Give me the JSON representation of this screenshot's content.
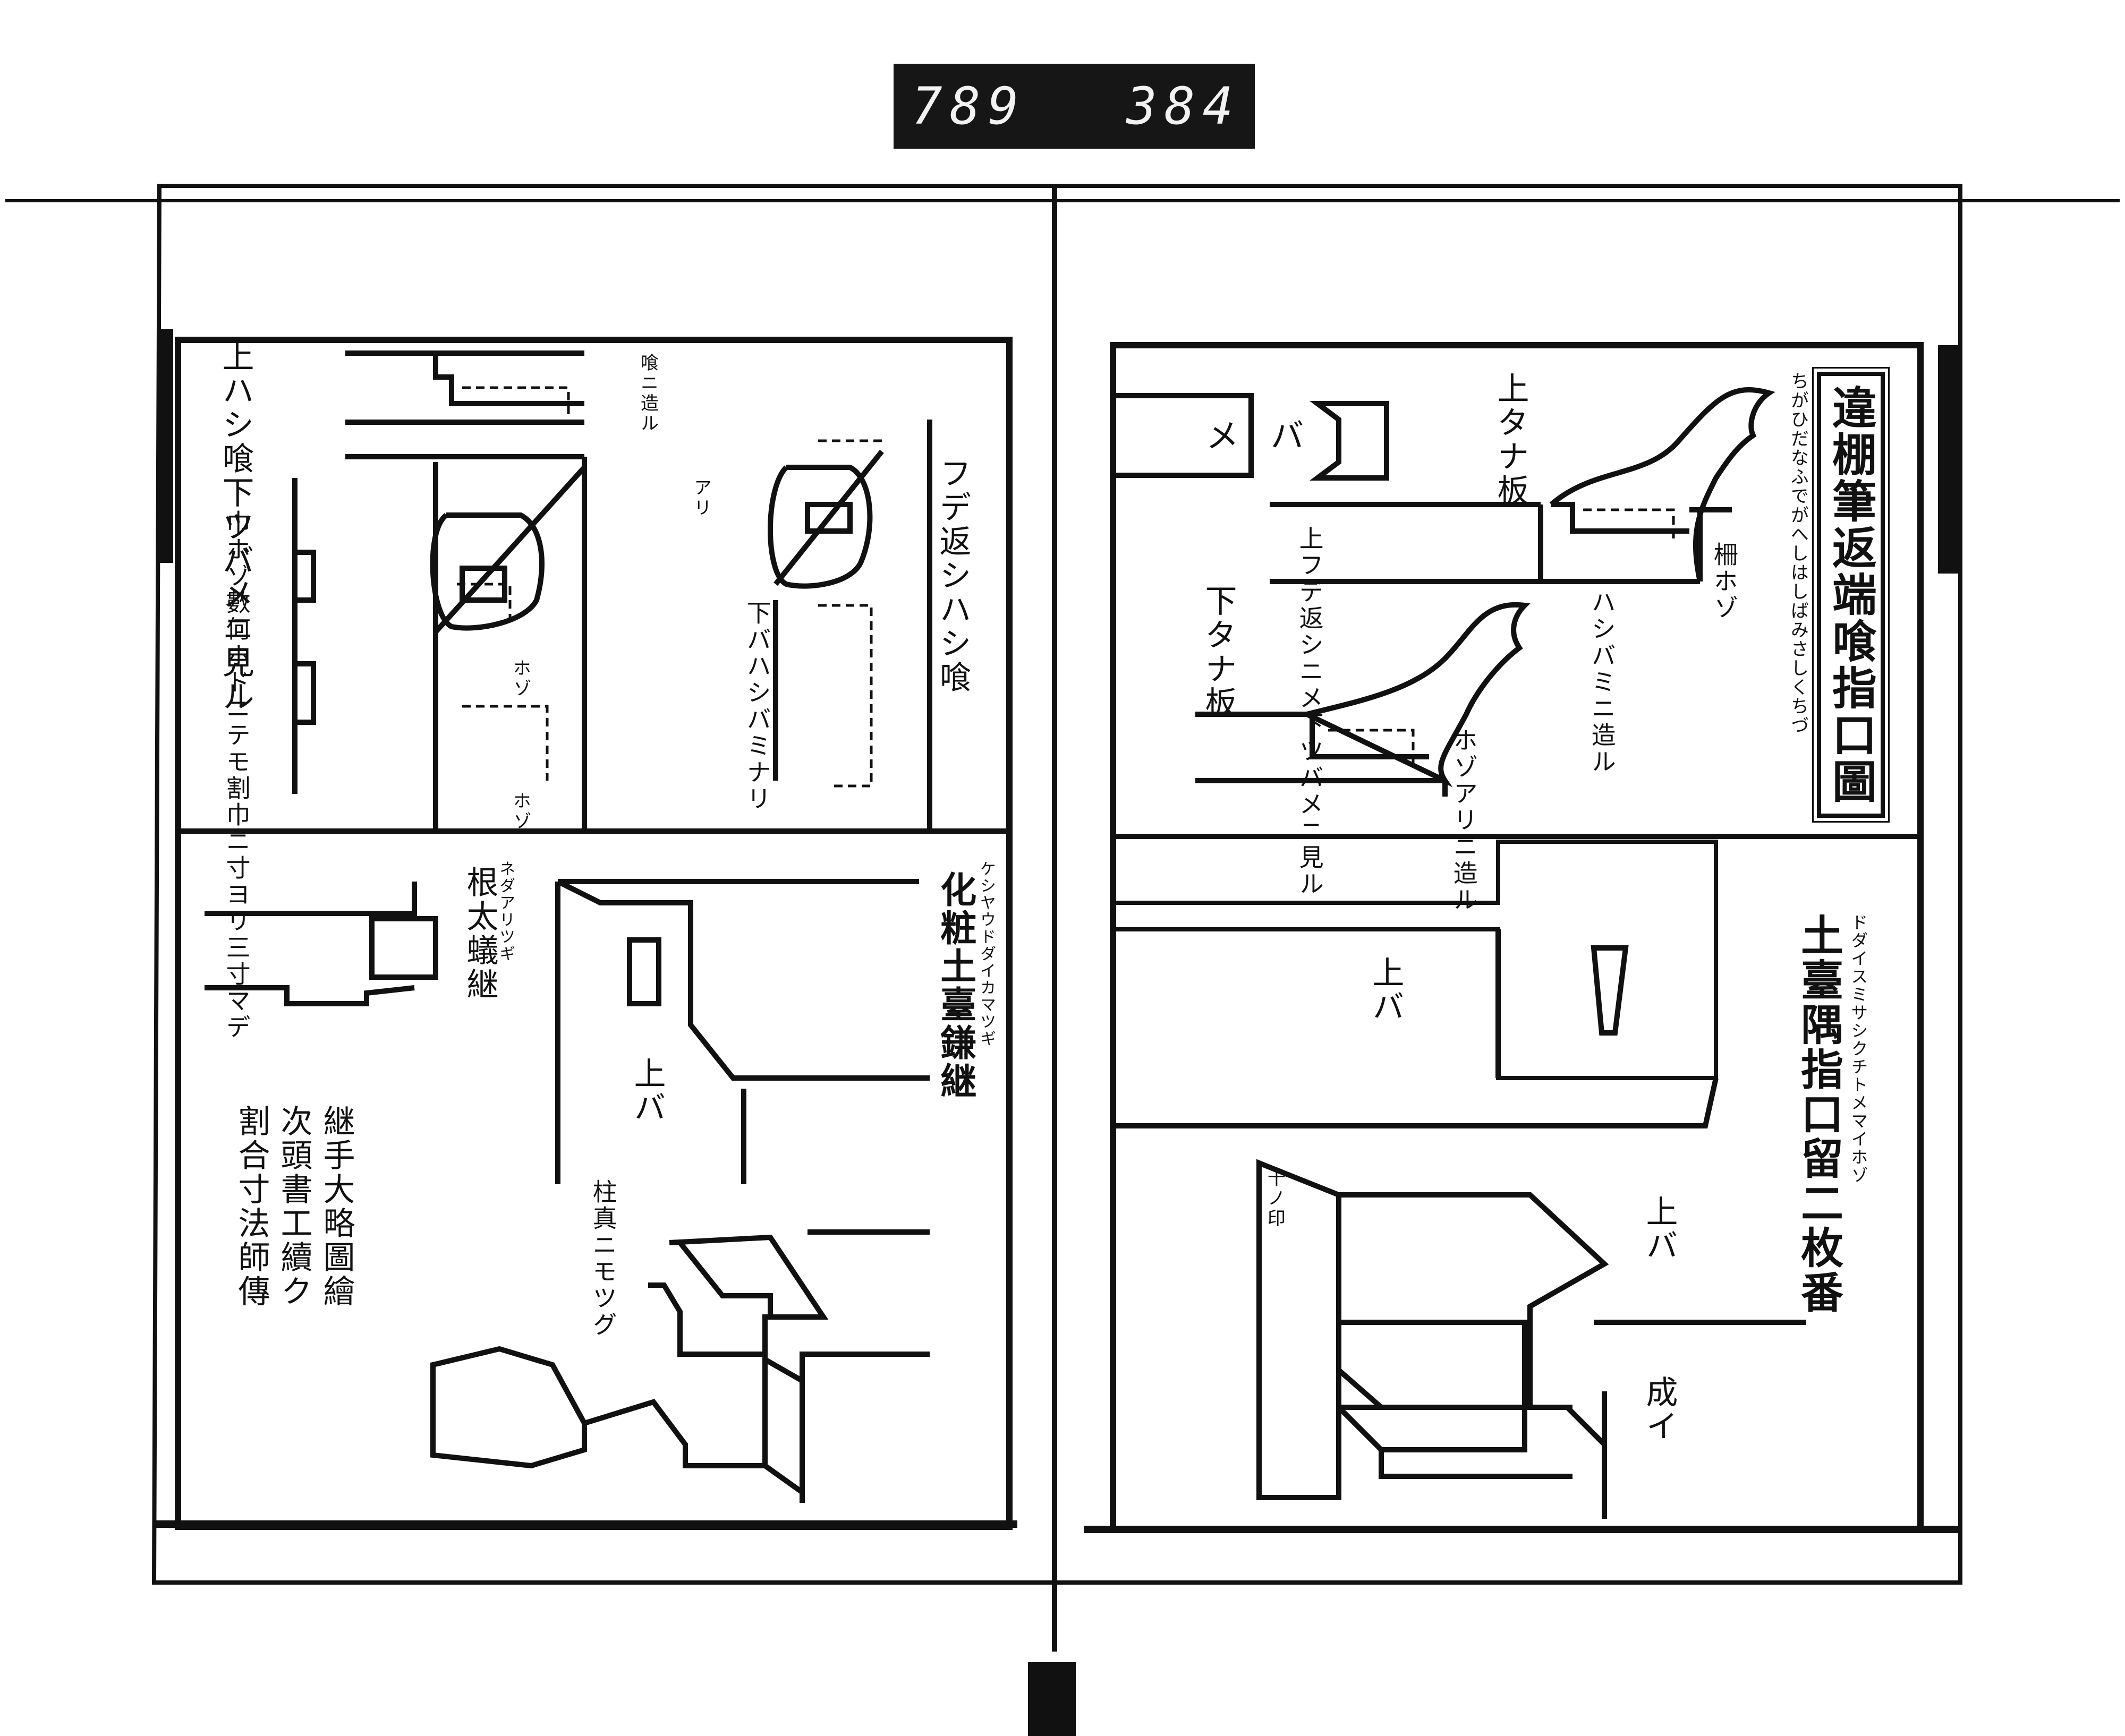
{
  "reel_counter": {
    "frame": "789",
    "page": "384"
  },
  "right_page": {
    "title": "違棚筆返端喰指口圖",
    "title_ruby": "ちがひだなふでがへしはしばみさしくちづ",
    "fig1_labels": {
      "meba": "メバ",
      "upper_shelf": "上タナ板",
      "lower_shelf": "下タナ板",
      "fudegaeshi_note": "上フデ返シニメ下ツバメニ見ル",
      "hashibami_zukuri": "ハシバミニ造ル",
      "tsuka_hozo": "柵ホゾ",
      "ari_hozo": "ホゾアリニ造ル"
    },
    "fig2_title": "土臺隅指口留二枚番",
    "fig2_title_ruby": "ドダイスミサシクチトメマイホゾ",
    "fig2_labels": {
      "ueba_a": "上バ",
      "ueba_b": "上バ",
      "nari": "成イ",
      "mark": "十ノ印"
    }
  },
  "left_page": {
    "fig1_labels": {
      "top_note": "上ハシ喰下ツバメニ見ル",
      "side_note": "巾ホゾ數何ホドニテモ割巾ニ寸ヨリ三寸マデ",
      "upper_tag": "喰ニ造ル",
      "fude_note": "フデ返シハシ喰",
      "shita_note": "下バハシバミナリ",
      "ari_tag": "アリ",
      "hozo_a": "ホゾ",
      "hozo_b": "ホゾ"
    },
    "fig2_labels": {
      "nedaari": "根太蟻継",
      "nedaari_ruby": "ネダアリツギ",
      "kesho": "化粧土臺鎌継",
      "kesho_ruby": "ケシヤウドダイカマツギ",
      "ueba": "上バ",
      "hashira": "柱真ニモツグ",
      "colophon": [
        "継手大略圖繪",
        "次頭書工續ク",
        "割合寸法師傳"
      ]
    }
  }
}
